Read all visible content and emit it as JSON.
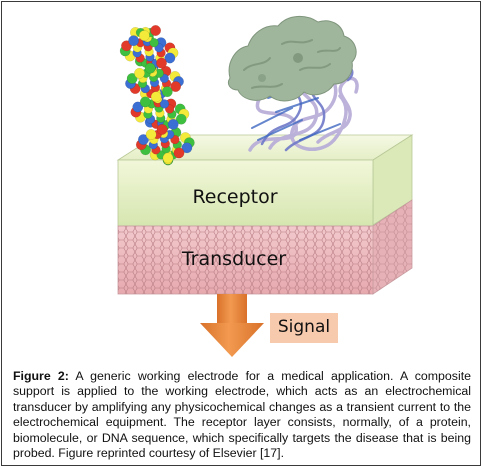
{
  "figure": {
    "receptor_label": "Receptor",
    "transducer_label": "Transducer",
    "signal_label": "Signal",
    "caption_label": "Figure 2:",
    "caption_text": " A generic working electrode for a medical application. A composite support is applied to the working electrode, which acts as an electrochemical transducer by amplifying any physicochemical changes as a transient current to the electrochemical equipment. The receptor layer consists, normally, of a protein, biomolecule, or DNA sequence, which specifically targets the disease that is being probed. Figure reprinted courtesy of Elsevier [17].",
    "colors": {
      "receptor_layer": "#e6f0c6",
      "transducer_layer": "#ecb9be",
      "arrow": "#ec8b3c",
      "signal_box": "#f7c9ad",
      "protein_surface": "#9fb69d",
      "protein_ribbon": "#b8aed8"
    }
  }
}
